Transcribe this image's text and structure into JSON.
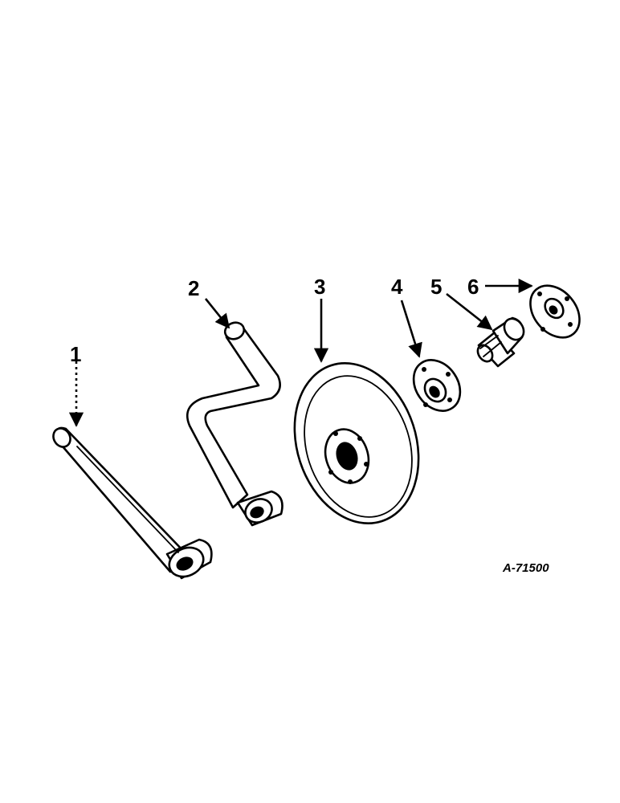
{
  "diagram": {
    "reference_code": "A-71500",
    "parts": [
      {
        "callout": "1",
        "icon": "straight-arm-icon"
      },
      {
        "callout": "2",
        "icon": "offset-arm-icon"
      },
      {
        "callout": "3",
        "icon": "disc-blade-icon"
      },
      {
        "callout": "4",
        "icon": "hub-flange-icon"
      },
      {
        "callout": "5",
        "icon": "spindle-icon"
      },
      {
        "callout": "6",
        "icon": "washer-plate-icon"
      }
    ]
  }
}
